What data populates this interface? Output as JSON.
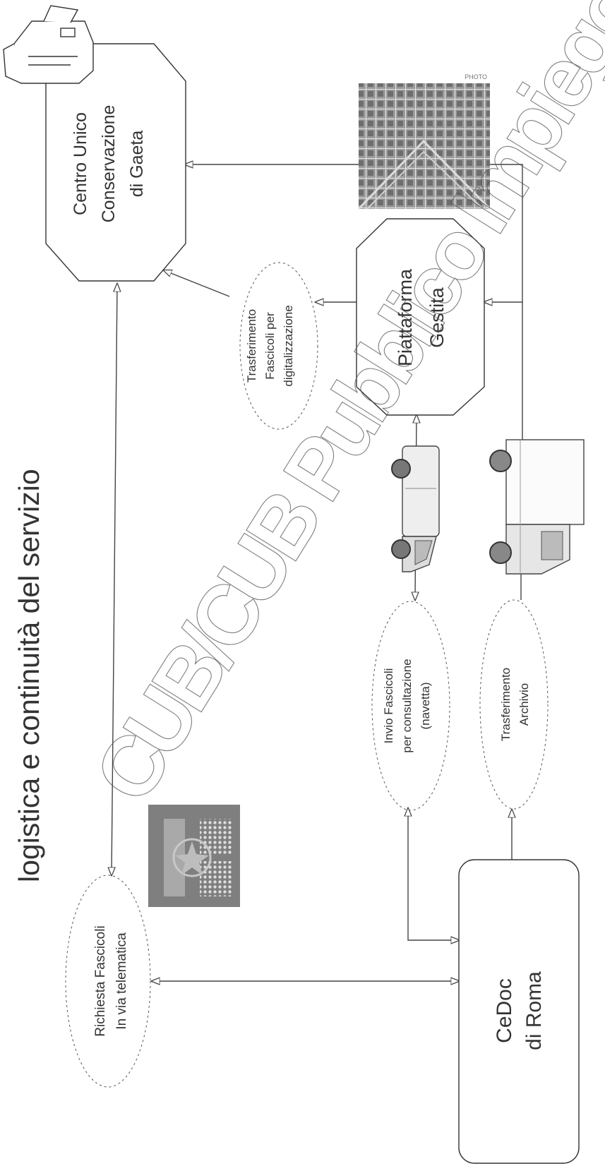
{
  "title": "logistica e continuità del servizio",
  "watermark": "CUB/CUB Pubblico Impiego",
  "photo_caption": "PHOTO",
  "nodes": {
    "gaeta": {
      "lines": [
        "Centro Unico",
        "Conservazione",
        "di Gaeta"
      ]
    },
    "piattaforma": {
      "lines": [
        "Piattaforma",
        "Gestita"
      ]
    },
    "cedoc": {
      "lines": [
        "CeDoc",
        "di Roma"
      ]
    },
    "trasf_digit": {
      "lines": [
        "Trasferimento",
        "Fascicoli per",
        "digitalizzazione"
      ]
    },
    "invio": {
      "lines": [
        "Invio Fascicoli",
        "per consultazione",
        "(navetta)"
      ]
    },
    "trasf_arch": {
      "lines": [
        "Trasferimento",
        "Archivio"
      ]
    },
    "richiesta": {
      "lines": [
        "Richiesta Fascicoli",
        "In via telematica"
      ]
    }
  },
  "icons": {
    "printer": "printer-icon",
    "archive_photo": "archive-shelves-photo",
    "van": "van-icon",
    "truck": "truck-icon",
    "emblem": "republic-emblem"
  },
  "colors": {
    "line": "#444444",
    "stroke": "#333333",
    "photo": "#7a7a7a",
    "watermark": "#555555"
  }
}
